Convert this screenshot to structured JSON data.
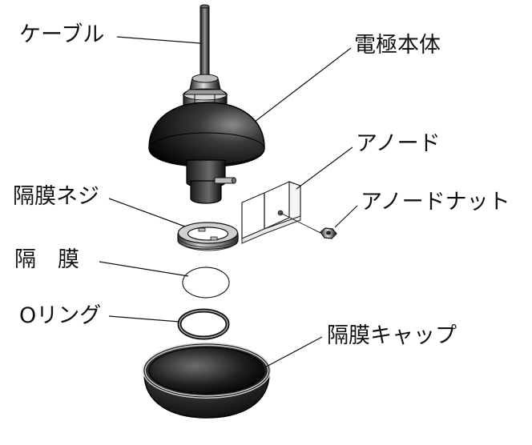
{
  "labels": {
    "cable": "ケーブル",
    "electrode_body": "電極本体",
    "anode": "アノード",
    "anode_nut": "アノードナット",
    "diaphragm_screw": "隔膜ネジ",
    "diaphragm": "隔　膜",
    "o_ring": "Oリング",
    "diaphragm_cap": "隔膜キャップ"
  },
  "colors": {
    "line": "#111111",
    "metal_dark": "#1a1a1a",
    "metal_light": "#d8d8d8",
    "background": "#ffffff"
  }
}
